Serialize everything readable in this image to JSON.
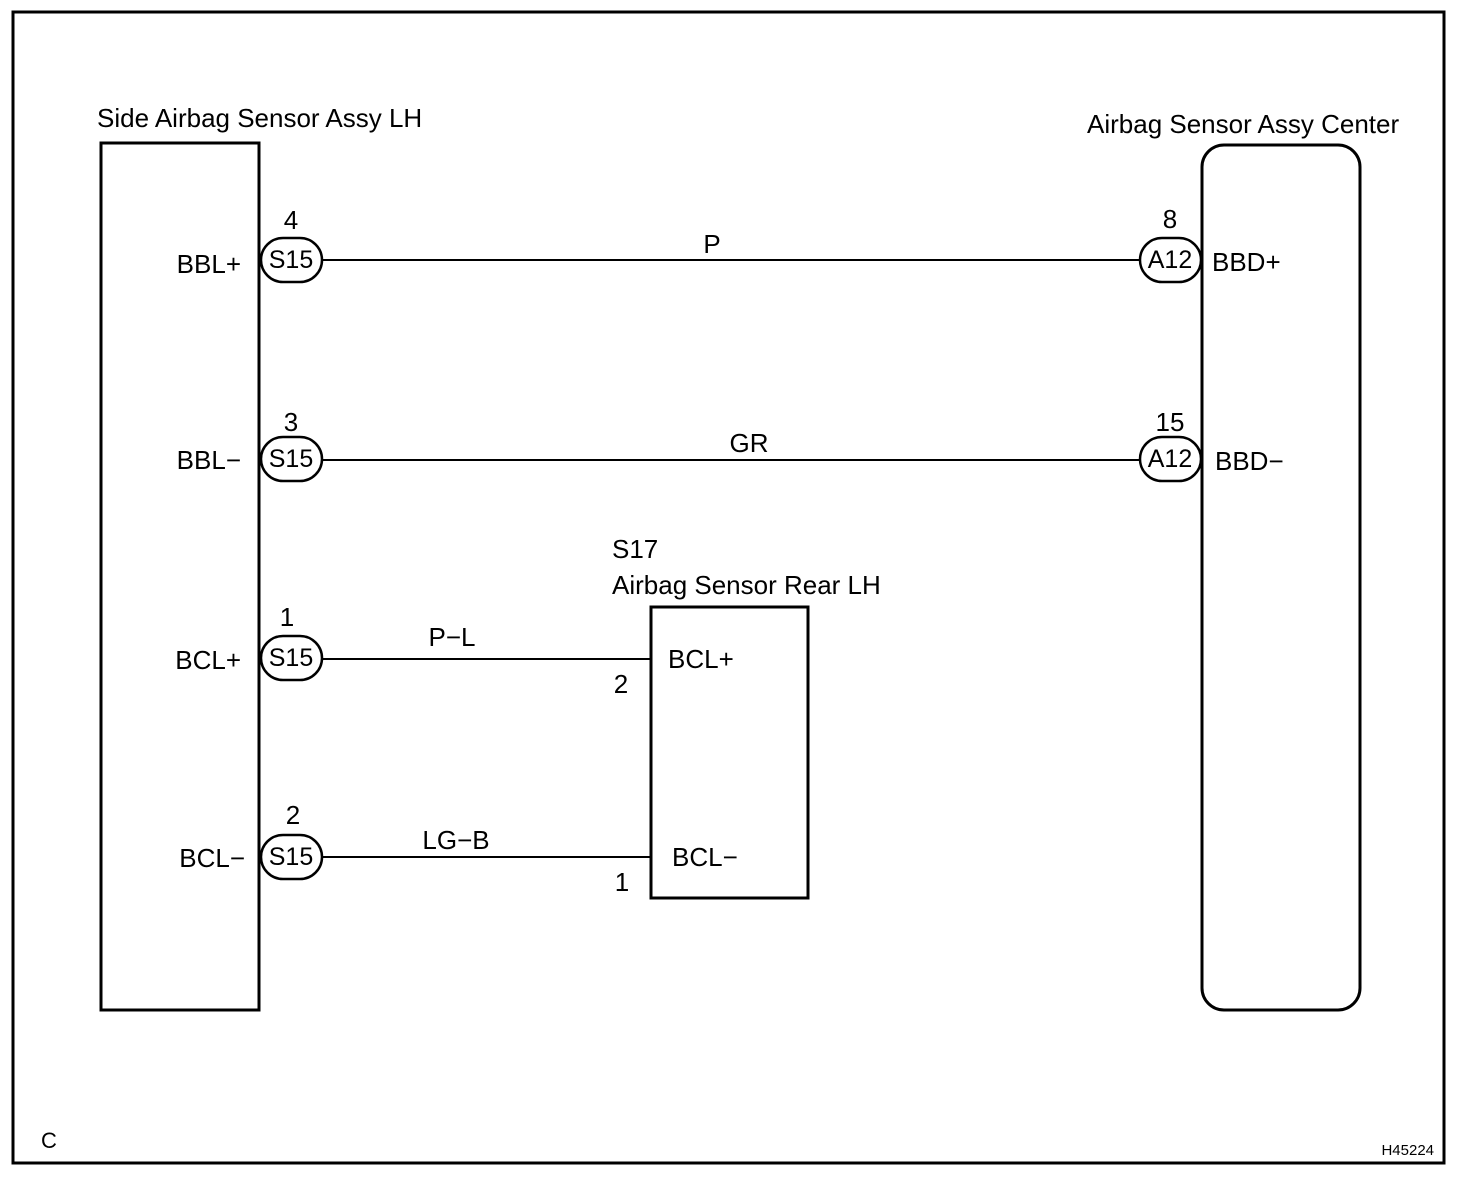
{
  "diagram": {
    "components": {
      "side_sensor": {
        "title": "Side Airbag Sensor Assy LH"
      },
      "center_sensor": {
        "title": "Airbag Sensor Assy Center"
      },
      "rear_sensor": {
        "code": "S17",
        "title": "Airbag Sensor Rear LH"
      }
    },
    "circuits": [
      {
        "left_terminal": "BBL+",
        "connector": "S15",
        "pin": "4",
        "wire_color": "P",
        "right_connector": "A12",
        "right_pin": "8",
        "right_terminal": "BBD+"
      },
      {
        "left_terminal": "BBL−",
        "connector": "S15",
        "pin": "3",
        "wire_color": "GR",
        "right_connector": "A12",
        "right_pin": "15",
        "right_terminal": "BBD−"
      },
      {
        "left_terminal": "BCL+",
        "connector": "S15",
        "pin": "1",
        "wire_color": "P−L",
        "right_pin": "2",
        "right_terminal": "BCL+"
      },
      {
        "left_terminal": "BCL−",
        "connector": "S15",
        "pin": "2",
        "wire_color": "LG−B",
        "right_pin": "1",
        "right_terminal": "BCL−"
      }
    ],
    "corner_label": "C",
    "figure_id": "H45224"
  }
}
